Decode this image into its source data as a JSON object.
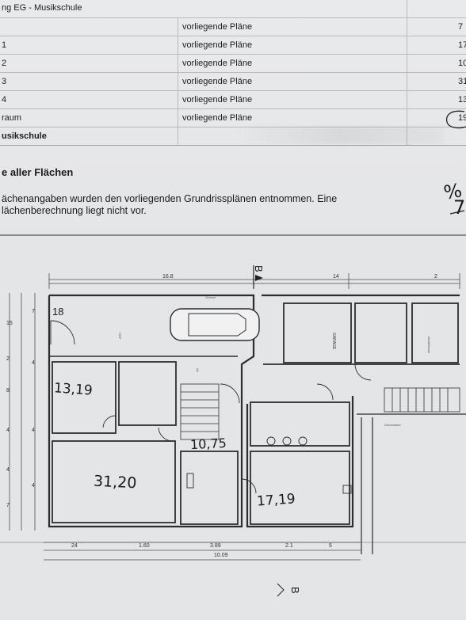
{
  "header": {
    "title": "ng EG - Musikschule"
  },
  "table": {
    "rows": [
      {
        "label": "",
        "source": "vorliegende Pläne",
        "value": "7"
      },
      {
        "label": "1",
        "source": "vorliegende Pläne",
        "value": "17"
      },
      {
        "label": "2",
        "source": "vorliegende Pläne",
        "value": "10"
      },
      {
        "label": "3",
        "source": "vorliegende Pläne",
        "value": "31"
      },
      {
        "label": "4",
        "source": "vorliegende Pläne",
        "value": "13"
      },
      {
        "label": "raum",
        "source": "vorliegende Pläne",
        "value": "19"
      }
    ],
    "total_label": "usikschule"
  },
  "section": {
    "heading": "e aller Flächen",
    "note_line1": "ächenangaben wurden den vorliegenden Grundrissplänen entnommen. Eine",
    "note_line2": "lächenberechnung liegt nicht vor."
  },
  "handwriting": {
    "margin_mark1": "%",
    "margin_mark2": "7",
    "room_a": "13,19",
    "room_b": "31,20",
    "room_c": "10,75",
    "room_d": "17,19"
  },
  "plan": {
    "section_marker_top": "B",
    "section_marker_bottom": "B",
    "room_number": "18",
    "garage_label": "GARAGE"
  }
}
